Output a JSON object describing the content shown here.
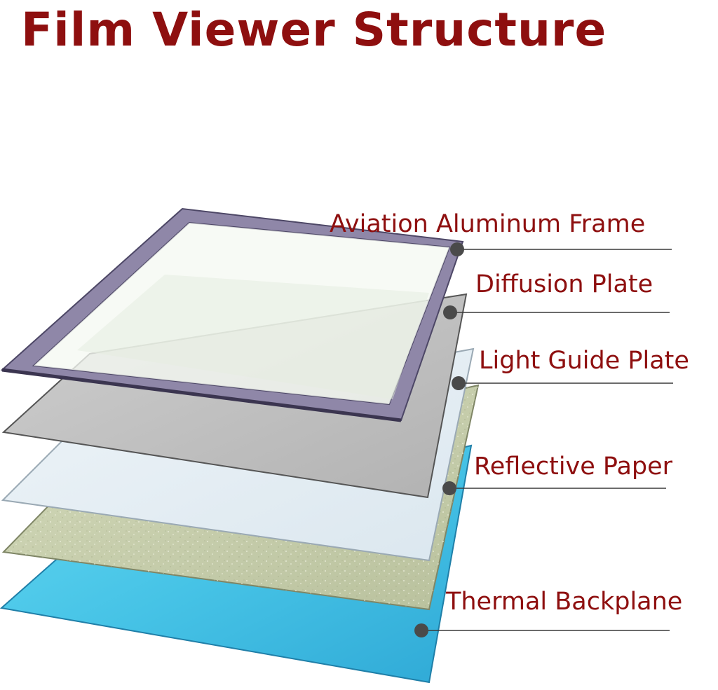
{
  "title": "Film Viewer Structure",
  "colors": {
    "title": "#8e0f0f",
    "label": "#8e0f0f",
    "frame": "#8f87a8",
    "diffusion_plate": "#bfbfbf",
    "light_guide_plate": "#e3edf4",
    "reflective_paper": "#c7ceae",
    "thermal_backplane": "#4fcbe8",
    "leader_line": "#3a3a3a"
  },
  "layers": [
    {
      "label": "Aviation Aluminum Frame"
    },
    {
      "label": "Diffusion Plate"
    },
    {
      "label": "Light Guide Plate"
    },
    {
      "label": "Reflective Paper"
    },
    {
      "label": "Thermal Backplane"
    }
  ]
}
